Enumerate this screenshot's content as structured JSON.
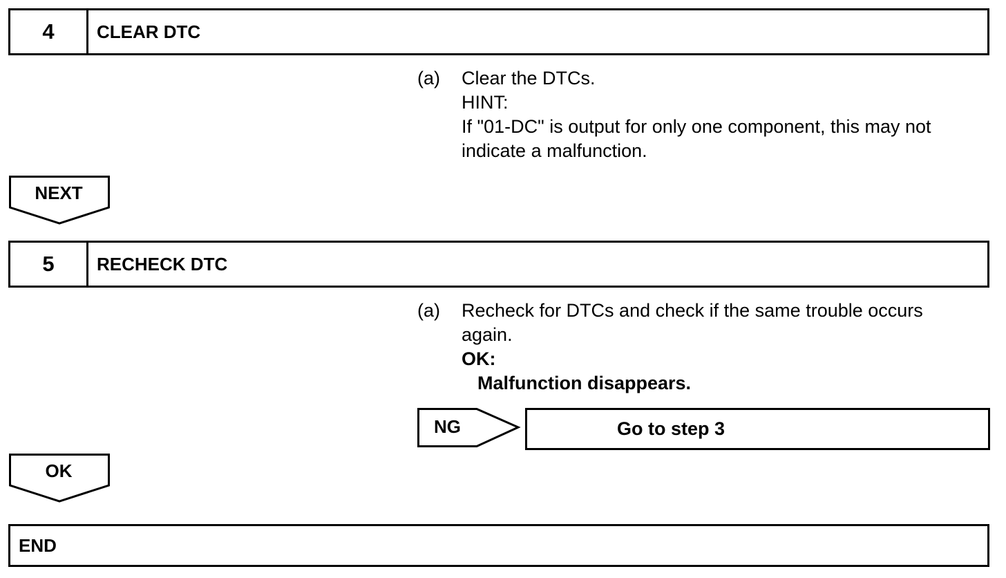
{
  "step4": {
    "number": "4",
    "title": "CLEAR DTC",
    "instruction": {
      "marker": "(a)",
      "text": "Clear the DTCs.",
      "hint_label": "HINT:",
      "hint_line1": "If \"01-DC\" is output for only one component, this may not",
      "hint_line2": "indicate a malfunction."
    }
  },
  "next_tag": {
    "label": "NEXT"
  },
  "step5": {
    "number": "5",
    "title": "RECHECK DTC",
    "instruction": {
      "marker": "(a)",
      "line1": "Recheck for DTCs and check if the same trouble occurs",
      "line2": "again.",
      "ok_label": "OK:",
      "ok_result": "Malfunction disappears."
    }
  },
  "ng_branch": {
    "label": "NG",
    "target": "Go to step 3"
  },
  "ok_tag": {
    "label": "OK"
  },
  "end_box": {
    "label": "END"
  }
}
